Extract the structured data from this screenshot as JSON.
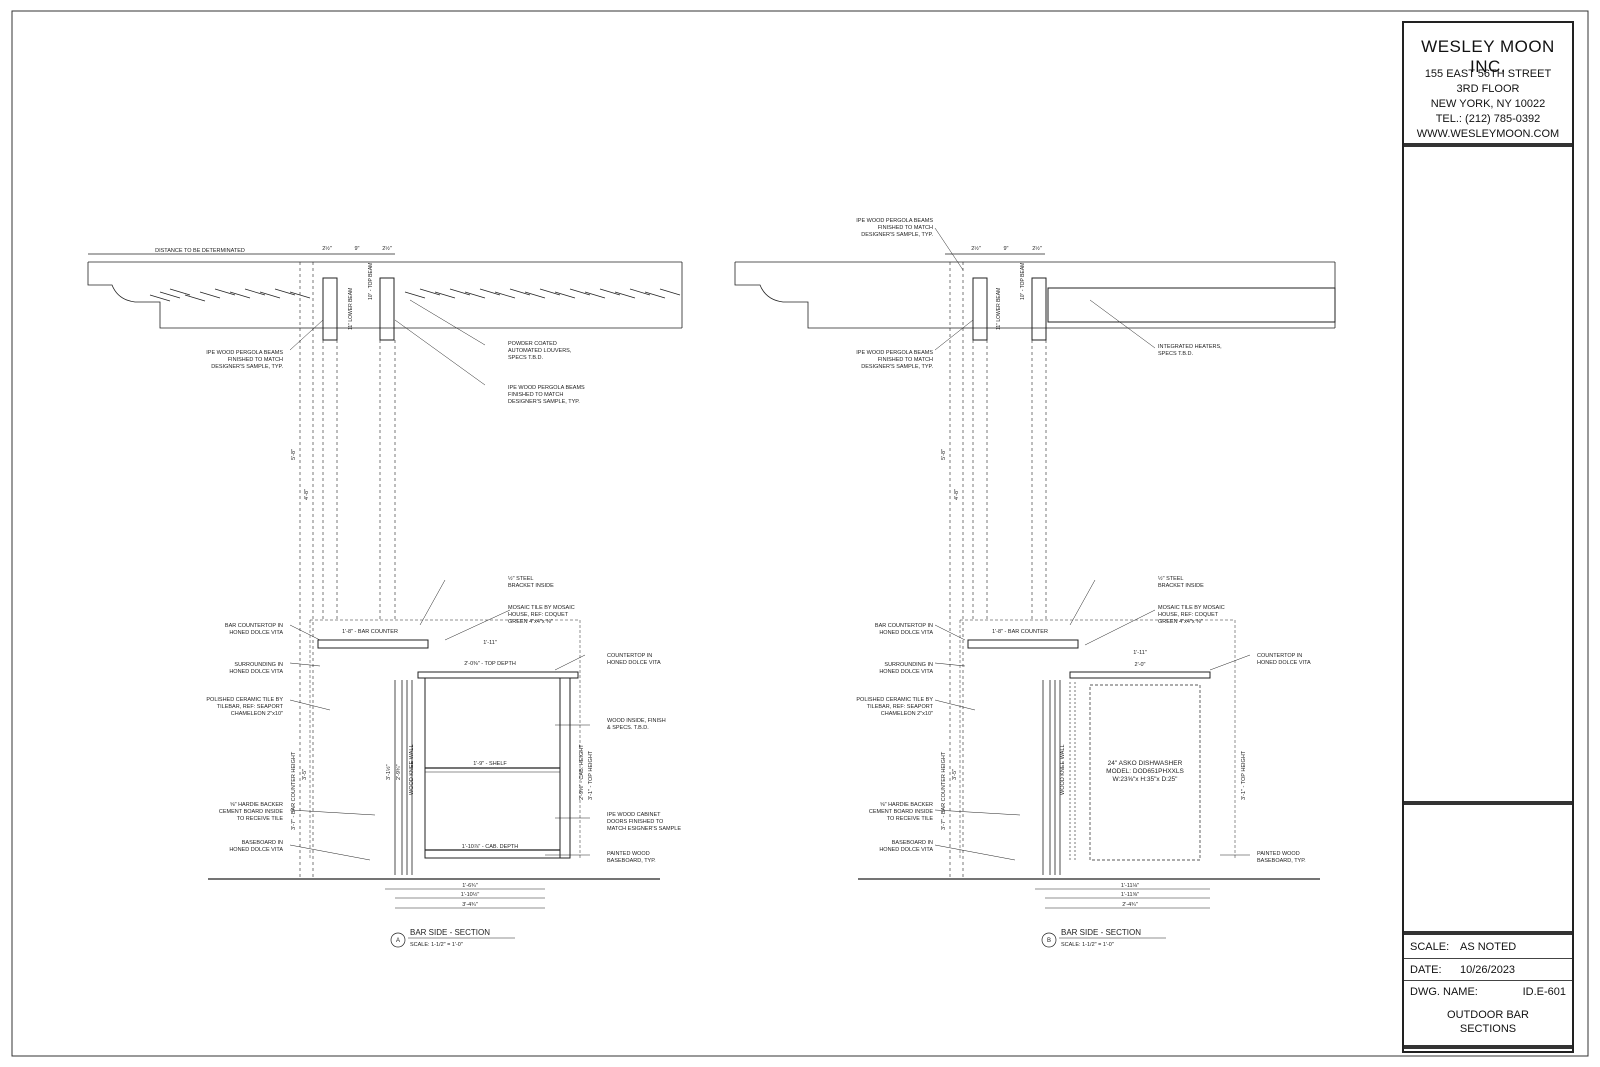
{
  "titleblock": {
    "firm": "WESLEY MOON INC.",
    "address": [
      "155 EAST 56TH STREET",
      "3RD FLOOR",
      "NEW YORK, NY 10022",
      "TEL.: (212) 785-0392",
      "WWW.WESLEYMOON.COM"
    ],
    "scale_label": "SCALE:",
    "scale_value": "AS NOTED",
    "date_label": "DATE:",
    "date_value": "10/26/2023",
    "dwg_label": "DWG. NAME:",
    "dwg_value": "ID.E-601",
    "sheet_title": [
      "OUTDOOR BAR",
      "SECTIONS"
    ]
  },
  "section_a": {
    "marker": "A",
    "title": "BAR SIDE - SECTION",
    "scale": "SCALE: 1-1/2\" = 1'-0\"",
    "top_dim": "DISTANCE TO BE DETERMINATED",
    "beam_dims": [
      "2½\"",
      "9\"",
      "2½\""
    ],
    "lower_beam": "11\" LOWER BEAM",
    "top_beam": "10\" - TOP BEAM",
    "note_pergola_1": [
      "IPE WOOD PERGOLA BEAMS",
      "FINISHED TO MATCH",
      "DESIGNER'S SAMPLE, TYP."
    ],
    "note_louvers": [
      "POWDER COATED",
      "AUTOMATED LOUVERS,",
      "SPECS T.B.D."
    ],
    "note_pergola_2": [
      "IPE WOOD PERGOLA BEAMS",
      "FINISHED TO MATCH",
      "DESIGNER'S SAMPLE, TYP."
    ],
    "note_bracket": [
      "½\" STEEL",
      "BRACKET INSIDE"
    ],
    "note_mosaic": [
      "MOSAIC TILE BY MOSAIC",
      "HOUSE, REF: COQUET",
      "GREEN 4\"x4\"x ⅜\""
    ],
    "note_bar_countertop": [
      "BAR COUNTERTOP IN",
      "HONED DOLCE VITA"
    ],
    "note_surrounding": [
      "SURROUNDING IN",
      "HONED DOLCE VITA"
    ],
    "note_ceramic": [
      "POLISHED CERAMIC TILE BY",
      "TILEBAR, REF: SEAPORT",
      "CHAMELEON 2\"x10\""
    ],
    "note_hardie": [
      "⅝\" HARDIE BACKER",
      "CEMENT BOARD INSIDE",
      "TO RECEIVE TILE"
    ],
    "note_baseboard": [
      "BASEBOARD IN",
      "HONED DOLCE VITA"
    ],
    "note_countertop": [
      "COUNTERTOP IN",
      "HONED DOLCE VITA"
    ],
    "note_wood_inside": [
      "WOOD INSIDE, FINISH",
      "& SPECS. T.B.D."
    ],
    "note_cabinet_doors": [
      "IPE WOOD CABINET",
      "DOORS FINISHED TO",
      "MATCH ESIGNER'S SAMPLE"
    ],
    "note_painted_base": [
      "PAINTED WOOD",
      "BASEBOARD, TYP."
    ],
    "bar_counter": "1'-8\" - BAR COUNTER",
    "dim_1_11": "1'-11\"",
    "top_depth": "2'-0⅜\" - TOP DEPTH",
    "shelf": "1'-9\" - SHELF",
    "cab_depth": "1'-10⅞\" - CAB. DEPTH",
    "knee_wall": "WOOD KNEE WALL",
    "cab_height": "2'-9⅝\" - CAB. HEIGHT",
    "top_height": "3'-1\" - TOP HEIGHT",
    "bar_counter_height": "3'-7\" - BAR COUNTER HEIGHT",
    "dim_5_8": "5'-8\"",
    "dim_4_8": "4'-8\"",
    "dim_3_5": "3'-5\"",
    "dim_3_1_half": "3'-1½\"",
    "dim_2_9": "2'-9¾\"",
    "bottom_dims": [
      "1'-6¾\"",
      "1'-10½\"",
      "3'-4¾\""
    ]
  },
  "section_b": {
    "marker": "B",
    "title": "BAR SIDE - SECTION",
    "scale": "SCALE: 1-1/2\" = 1'-0\"",
    "beam_dims": [
      "2½\"",
      "9\"",
      "2½\""
    ],
    "lower_beam": "11\" LOWER BEAM",
    "top_beam": "10\" - TOP BEAM",
    "note_pergola_top": [
      "IPE WOOD PERGOLA BEAMS",
      "FINISHED TO MATCH",
      "DESIGNER'S SAMPLE, TYP."
    ],
    "note_pergola_1": [
      "IPE WOOD PERGOLA BEAMS",
      "FINISHED TO MATCH",
      "DESIGNER'S SAMPLE, TYP."
    ],
    "note_heaters": [
      "INTEGRATED HEATERS,",
      "SPECS T.B.D."
    ],
    "note_bracket": [
      "½\" STEEL",
      "BRACKET INSIDE"
    ],
    "note_mosaic": [
      "MOSAIC TILE BY MOSAIC",
      "HOUSE, REF: COQUET",
      "GREEN 4\"x4\"x ⅜\""
    ],
    "note_bar_countertop": [
      "BAR COUNTERTOP IN",
      "HONED DOLCE VITA"
    ],
    "note_surrounding": [
      "SURROUNDING IN",
      "HONED DOLCE VITA"
    ],
    "note_ceramic": [
      "POLISHED CERAMIC TILE BY",
      "TILEBAR, REF: SEAPORT",
      "CHAMELEON 2\"x10\""
    ],
    "note_hardie": [
      "⅝\" HARDIE BACKER",
      "CEMENT BOARD INSIDE",
      "TO RECEIVE TILE"
    ],
    "note_baseboard": [
      "BASEBOARD IN",
      "HONED DOLCE VITA"
    ],
    "note_countertop": [
      "COUNTERTOP IN",
      "HONED DOLCE VITA"
    ],
    "note_painted_base": [
      "PAINTED WOOD",
      "BASEBOARD, TYP."
    ],
    "dishwasher": [
      "24\" ASKO DISHWASHER",
      "MODEL: DOD651PHXXLS",
      "W:23⅝\"x H:35\"x D:25\""
    ],
    "bar_counter": "1'-8\" - BAR COUNTER",
    "dim_1_11": "1'-11\"",
    "dim_2_0": "2'-0\"",
    "knee_wall": "WOOD KNEE WALL",
    "top_height": "3'-1\" - TOP HEIGHT",
    "bar_counter_height": "3'-7\" - BAR COUNTER HEIGHT",
    "dim_5_8": "5'-8\"",
    "dim_4_8": "4'-8\"",
    "dim_3_5": "3'-5\"",
    "bottom_dims": [
      "1'-11⅛\"",
      "1'-11⅝\"",
      "2'-4¾\""
    ]
  }
}
